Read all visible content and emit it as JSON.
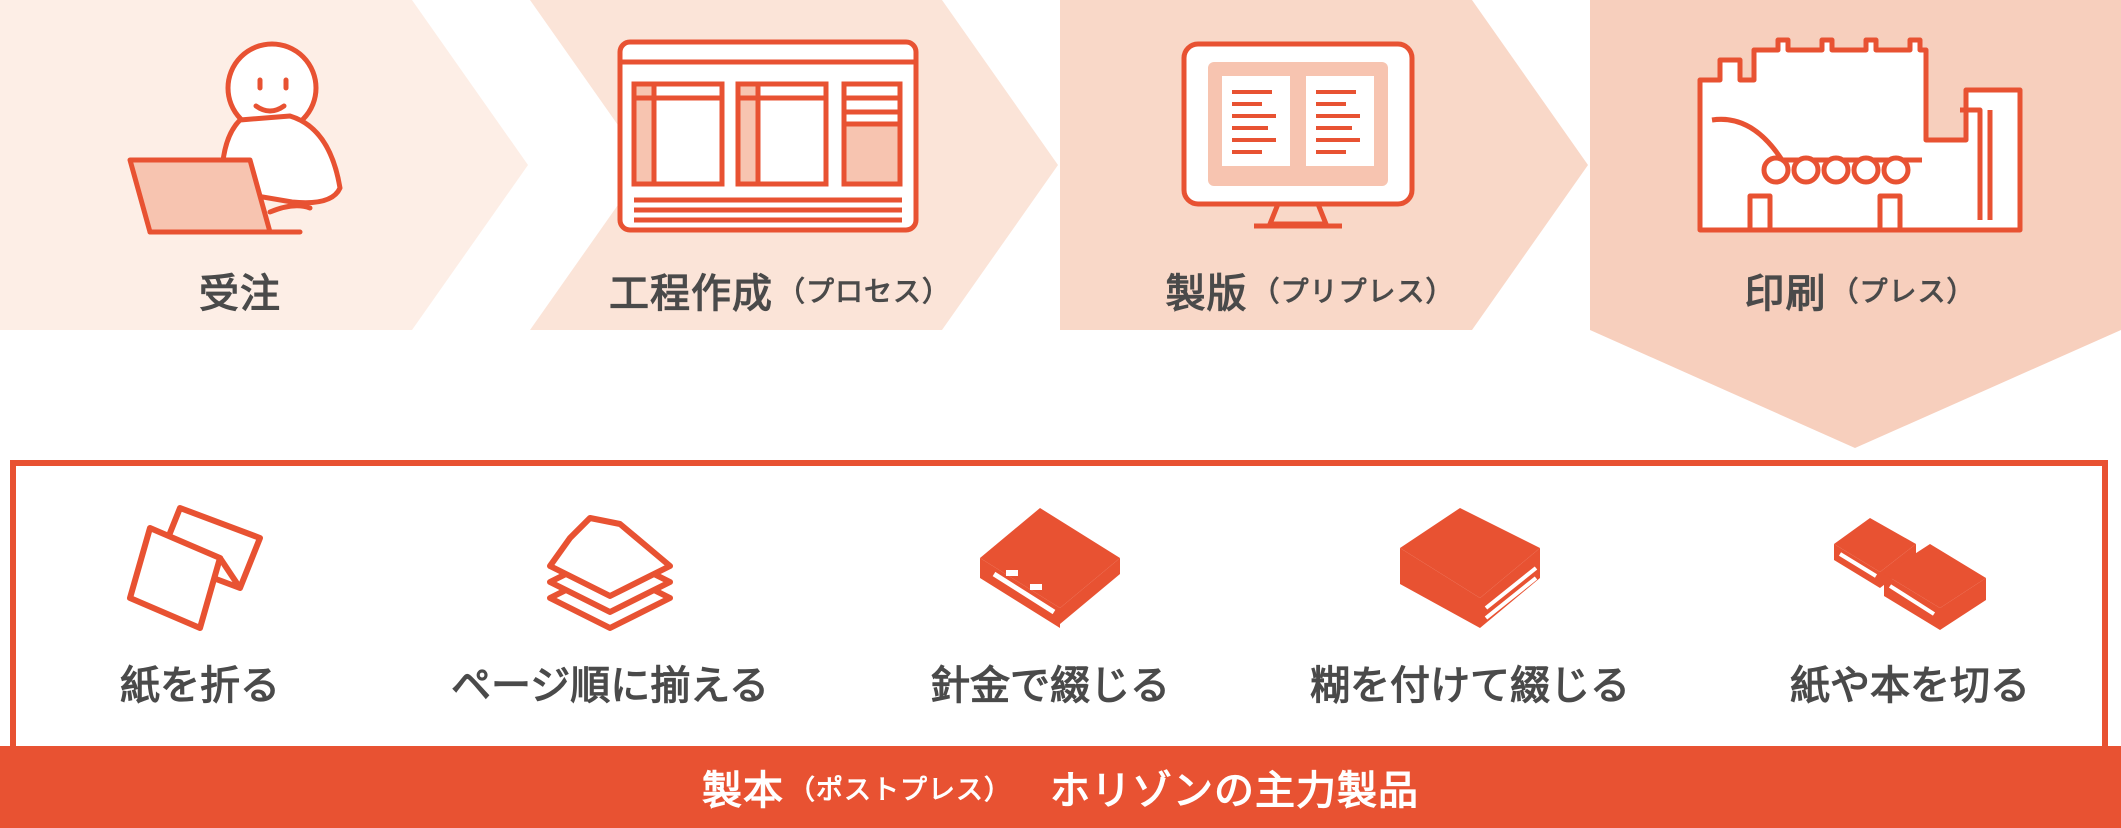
{
  "process_steps": [
    {
      "label": "受注",
      "sub": "",
      "icon": "person-laptop-icon",
      "color": "#fdeee6"
    },
    {
      "label": "工程作成",
      "sub": "（プロセス）",
      "icon": "layout-window-icon",
      "color": "#fbe4d8"
    },
    {
      "label": "製版",
      "sub": "（プリプレス）",
      "icon": "monitor-icon",
      "color": "#f9d8c8"
    },
    {
      "label": "印刷",
      "sub": "（プレス）",
      "icon": "printing-press-icon",
      "color": "#f7cfbd"
    }
  ],
  "binding_tasks": [
    {
      "label": "紙を折る",
      "icon": "folded-paper-icon"
    },
    {
      "label": "ページ順に揃える",
      "icon": "paper-stack-icon"
    },
    {
      "label": "針金で綴じる",
      "icon": "stapled-book-icon"
    },
    {
      "label": "糊を付けて綴じる",
      "icon": "glued-book-icon"
    },
    {
      "label": "紙や本を切る",
      "icon": "cut-books-icon"
    }
  ],
  "footer": {
    "title": "製本",
    "sub": "（ポストプレス）",
    "tagline": "ホリゾンの主力製品"
  },
  "colors": {
    "accent": "#e85232",
    "text": "#4a4a4a",
    "icon_fill_light": "#f7c4b0"
  }
}
